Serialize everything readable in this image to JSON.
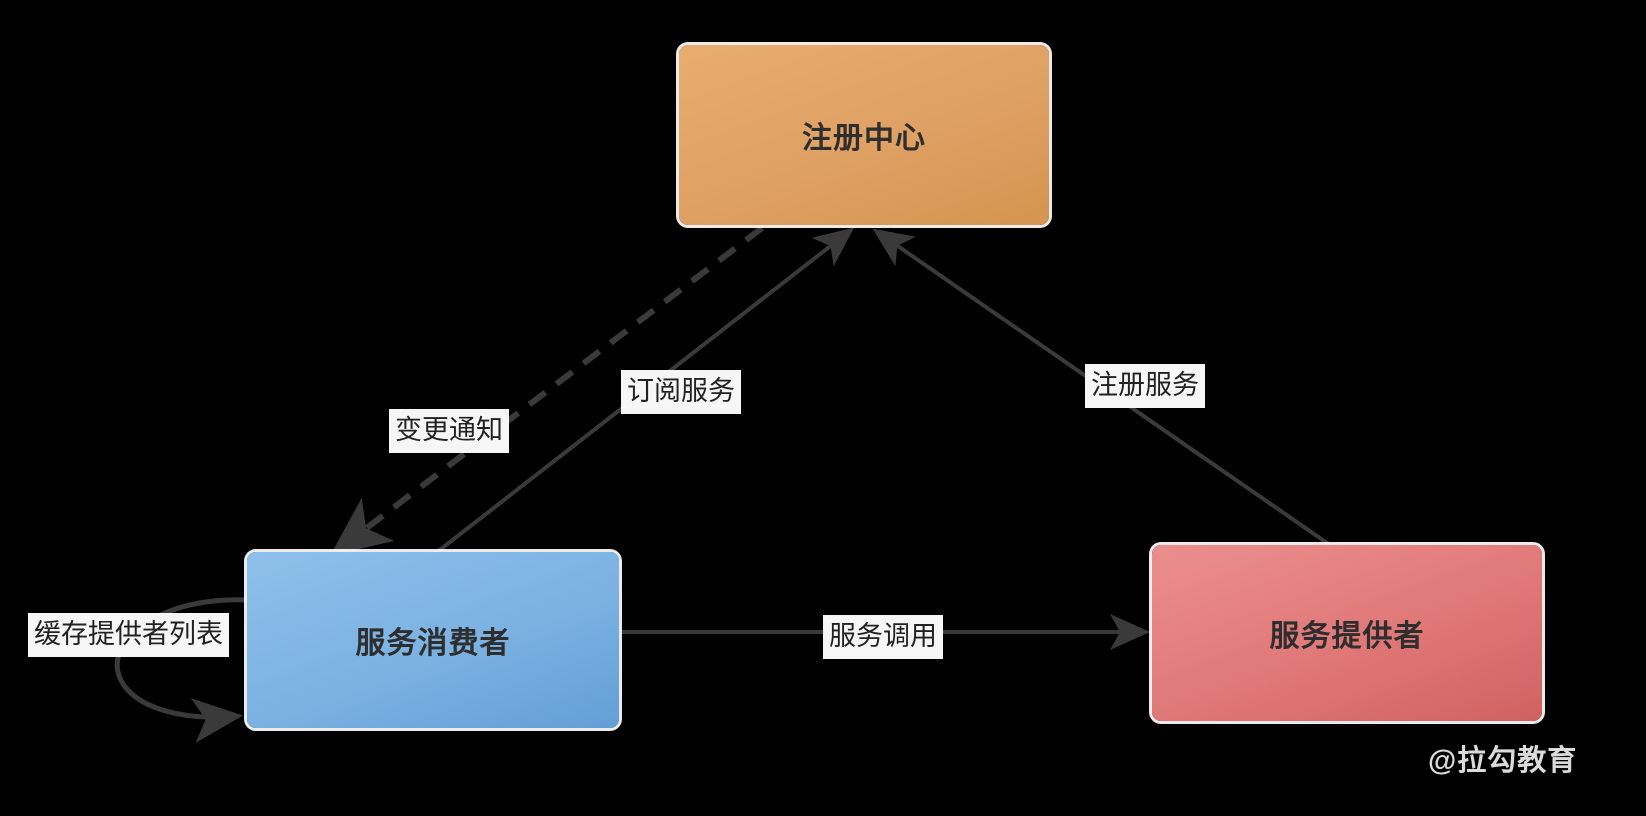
{
  "diagram": {
    "type": "service-registry-architecture",
    "background_color": "#000000",
    "nodes": [
      {
        "id": "registry",
        "label": "注册中心",
        "color": "#dfa064",
        "shape": "rounded-rect"
      },
      {
        "id": "consumer",
        "label": "服务消费者",
        "color": "#7bb2e2",
        "shape": "rounded-rect"
      },
      {
        "id": "provider",
        "label": "服务提供者",
        "color": "#e07878",
        "shape": "rounded-rect"
      }
    ],
    "edges": [
      {
        "id": "change-notice",
        "label": "变更通知",
        "from": "registry",
        "to": "consumer",
        "style": "dashed",
        "arrow": "end"
      },
      {
        "id": "subscribe",
        "label": "订阅服务",
        "from": "consumer",
        "to": "registry",
        "style": "solid",
        "arrow": "end"
      },
      {
        "id": "register",
        "label": "注册服务",
        "from": "provider",
        "to": "registry",
        "style": "solid",
        "arrow": "end"
      },
      {
        "id": "invoke",
        "label": "服务调用",
        "from": "consumer",
        "to": "provider",
        "style": "solid",
        "arrow": "end"
      },
      {
        "id": "cache-list",
        "label": "缓存提供者列表",
        "from": "consumer",
        "to": "consumer",
        "style": "solid-self-loop",
        "arrow": "end"
      }
    ],
    "line_color": "#3a3a3a",
    "watermark": "@拉勾教育"
  }
}
